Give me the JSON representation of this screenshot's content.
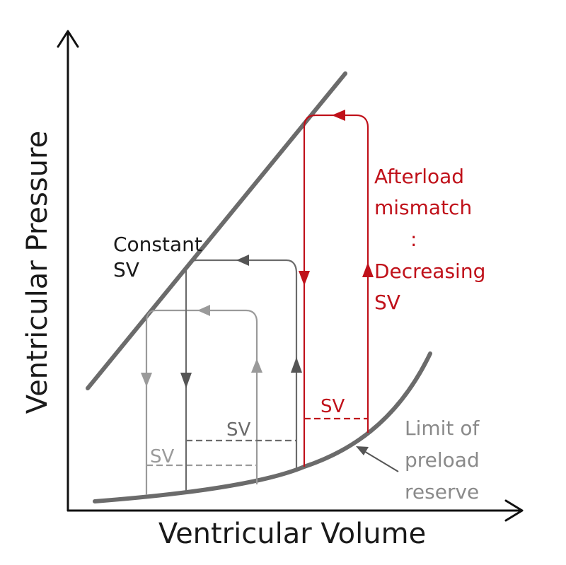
{
  "axes": {
    "x_label": "Ventricular Volume",
    "y_label": "Ventricular Pressure"
  },
  "annotations": {
    "constant_sv": [
      "Constant",
      "SV"
    ],
    "afterload": [
      "Afterload",
      "mismatch",
      ":",
      "Decreasing",
      "SV"
    ],
    "preload_limit": [
      "Limit of",
      "preload",
      "reserve"
    ]
  },
  "sv_labels": {
    "loop1": "SV",
    "loop2": "SV",
    "loop3": "SV"
  },
  "colors": {
    "axis": "#111111",
    "gray_dark": "#6b6b6b",
    "gray_mid": "#7a7a7a",
    "gray_light": "#9a9a9a",
    "red": "#c0111a",
    "text_black": "#1a1a1a"
  }
}
